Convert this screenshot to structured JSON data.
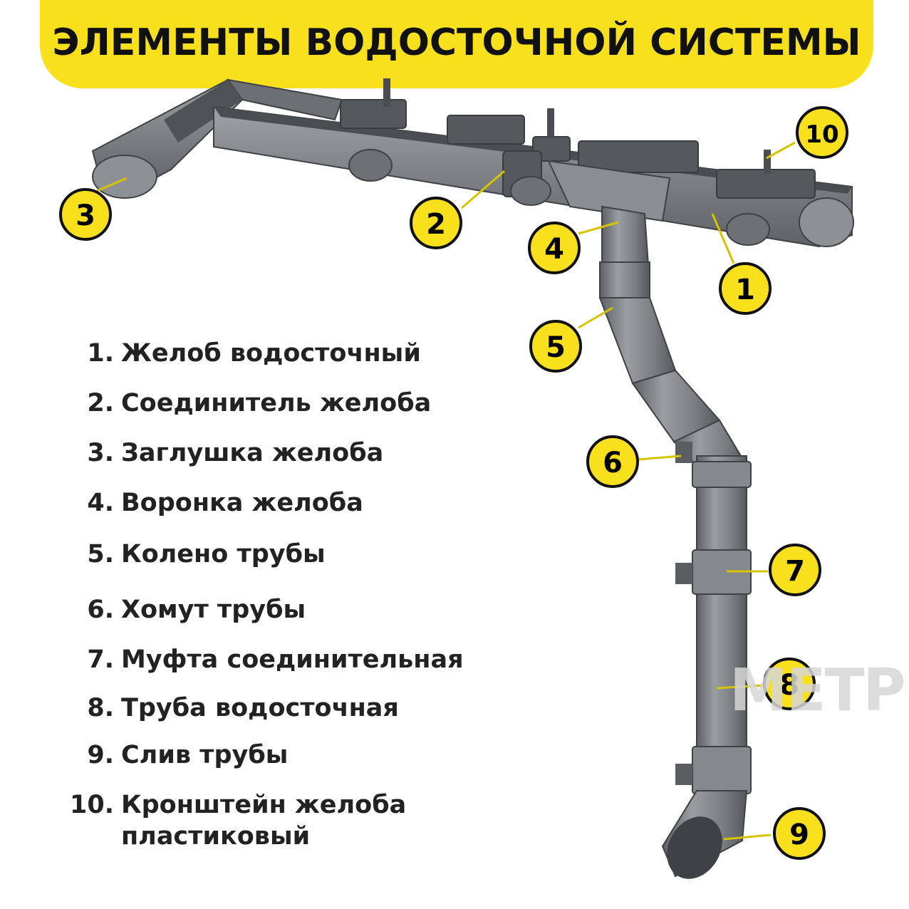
{
  "header": {
    "title": "ЭЛЕМЕНТЫ ВОДОСТОЧНОЙ СИСТЕМЫ"
  },
  "colors": {
    "banner": "#f8e01c",
    "badge": "#f8e01c",
    "pipe": "#7f8286",
    "text": "#222222"
  },
  "badges": [
    "1",
    "2",
    "3",
    "4",
    "5",
    "6",
    "7",
    "8",
    "9",
    "10"
  ],
  "legend": [
    {
      "num": "1.",
      "text": "Желоб водосточный"
    },
    {
      "num": "2.",
      "text": "Соединитель желоба"
    },
    {
      "num": "3.",
      "text": "Заглушка желоба"
    },
    {
      "num": "4.",
      "text": "Воронка желоба"
    },
    {
      "num": "5.",
      "text": "Колено трубы"
    },
    {
      "num": "6.",
      "text": "Хомут трубы"
    },
    {
      "num": "7.",
      "text": "Муфта соединительная"
    },
    {
      "num": "8.",
      "text": "Труба водосточная"
    },
    {
      "num": "9.",
      "text": "Слив трубы"
    },
    {
      "num": "10.",
      "text": "Кронштейн желоба",
      "text2": "пластиковый"
    }
  ],
  "watermark": "МЕТР"
}
